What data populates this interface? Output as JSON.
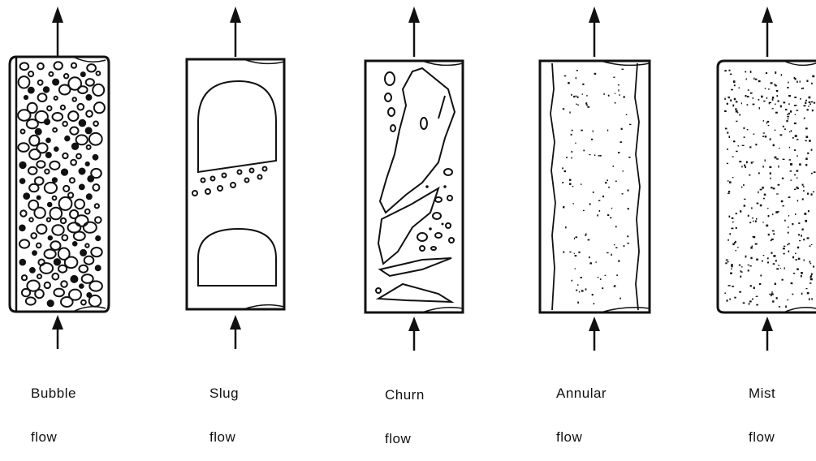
{
  "diagram": {
    "panels": [
      {
        "id": "bubble",
        "line1": "Bubble",
        "line2": "flow"
      },
      {
        "id": "slug",
        "line1": "Slug",
        "line2": "flow"
      },
      {
        "id": "churn",
        "line1": "Churn",
        "line2": "flow"
      },
      {
        "id": "annular",
        "line1": "Annular",
        "line2": "flow"
      },
      {
        "id": "mist",
        "line1": "Mist",
        "line2": "flow"
      }
    ],
    "colors": {
      "ink": "#111111",
      "background": "#ffffff"
    }
  }
}
